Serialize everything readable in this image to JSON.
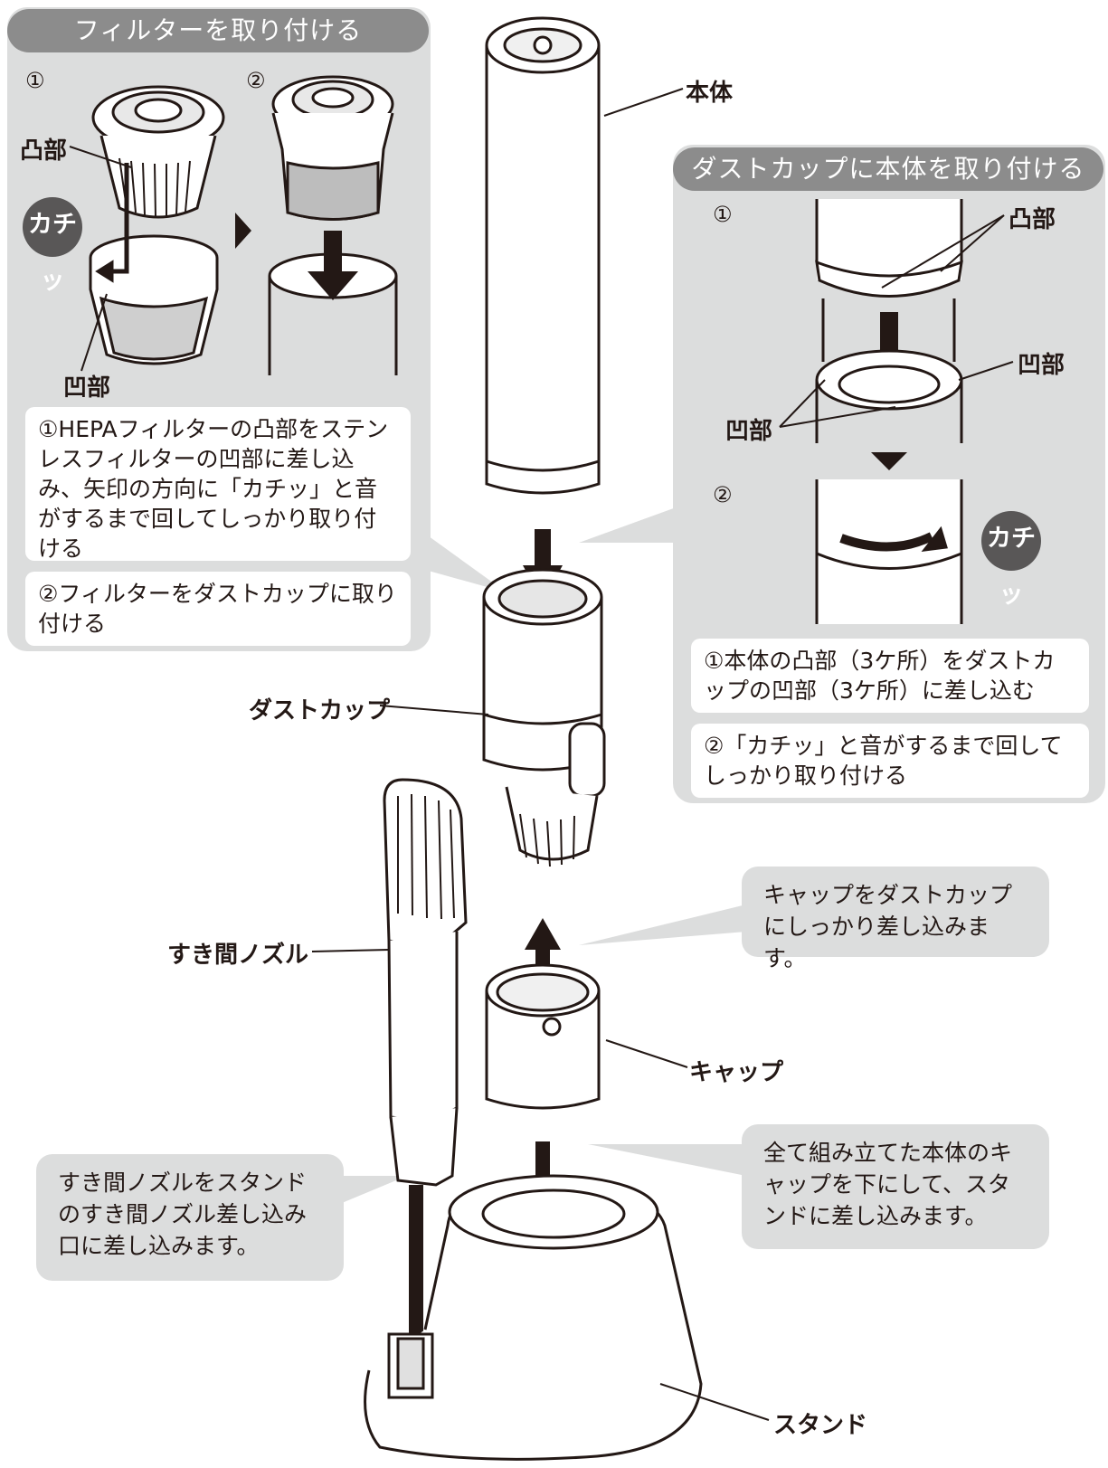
{
  "left_panel": {
    "title": "フィルターを取り付ける",
    "step1": "①",
    "step2": "②",
    "convex_label": "凸部",
    "concave_label": "凹部",
    "click_sound": "カチッ",
    "note1": "①HEPAフィルターの凸部をステンレスフィルターの凹部に差し込み、矢印の方向に「カチッ」と音がするまで回してしっかり取り付ける",
    "note2": "②フィルターをダストカップに取り付ける"
  },
  "right_panel": {
    "title": "ダストカップに本体を取り付ける",
    "step1": "①",
    "step2": "②",
    "convex_label": "凸部",
    "concave_label_right": "凹部",
    "concave_label_left": "凹部",
    "click_sound": "カチッ",
    "note1": "①本体の凸部（3ケ所）をダストカップの凹部（3ケ所）に差し込む",
    "note2": "②「カチッ」と音がするまで回してしっかり取り付ける"
  },
  "parts": {
    "body": "本体",
    "dust_cup": "ダストカップ",
    "crevice_nozzle": "すき間ノズル",
    "cap": "キャップ",
    "stand": "スタンド"
  },
  "bubbles": {
    "cap_note": "キャップをダストカップにしっかり差し込みます。",
    "nozzle_note": "すき間ノズルをスタンドのすき間ノズル差し込み口に差し込みます。",
    "assembled_note": "全て組み立てた本体のキャップを下にして、スタンドに差し込みます。"
  },
  "colors": {
    "panel_bg": "#dcdddd",
    "panel_title_bg": "#8c8c8c",
    "line": "#231815",
    "part_fill": "#ffffff",
    "accent_dark": "#595757"
  }
}
